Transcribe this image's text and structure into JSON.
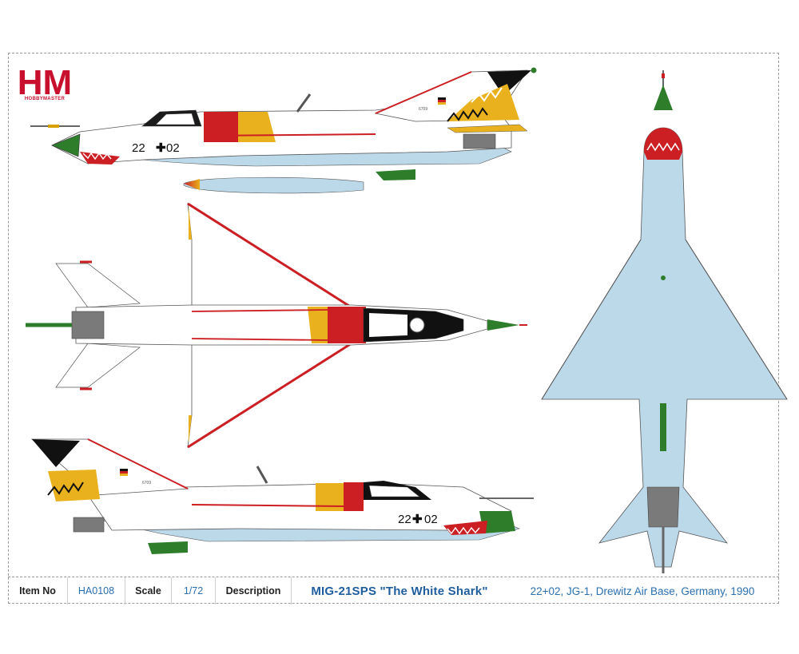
{
  "brand": {
    "mark": "HM",
    "name": "HOBBYMASTER",
    "color": "#c8102e"
  },
  "aircraft": {
    "side_code_prefix": "22",
    "side_code_suffix": "02",
    "stencil_left": "6709",
    "stencil_right": "6709",
    "colors": {
      "underside": "#bcd9ea",
      "white": "#ffffff",
      "red": "#cc1f24",
      "gold": "#e8b11d",
      "black": "#111111",
      "green": "#2d7d2b",
      "metal": "#7a7a7a"
    }
  },
  "info": {
    "item_no_label": "Item No",
    "item_no_value": "HA0108",
    "scale_label": "Scale",
    "scale_value": "1/72",
    "description_label": "Description",
    "model_title": "MIG-21SPS \"The White Shark\"",
    "model_subtitle": "22+02, JG-1, Drewitz Air Base, Germany, 1990"
  }
}
